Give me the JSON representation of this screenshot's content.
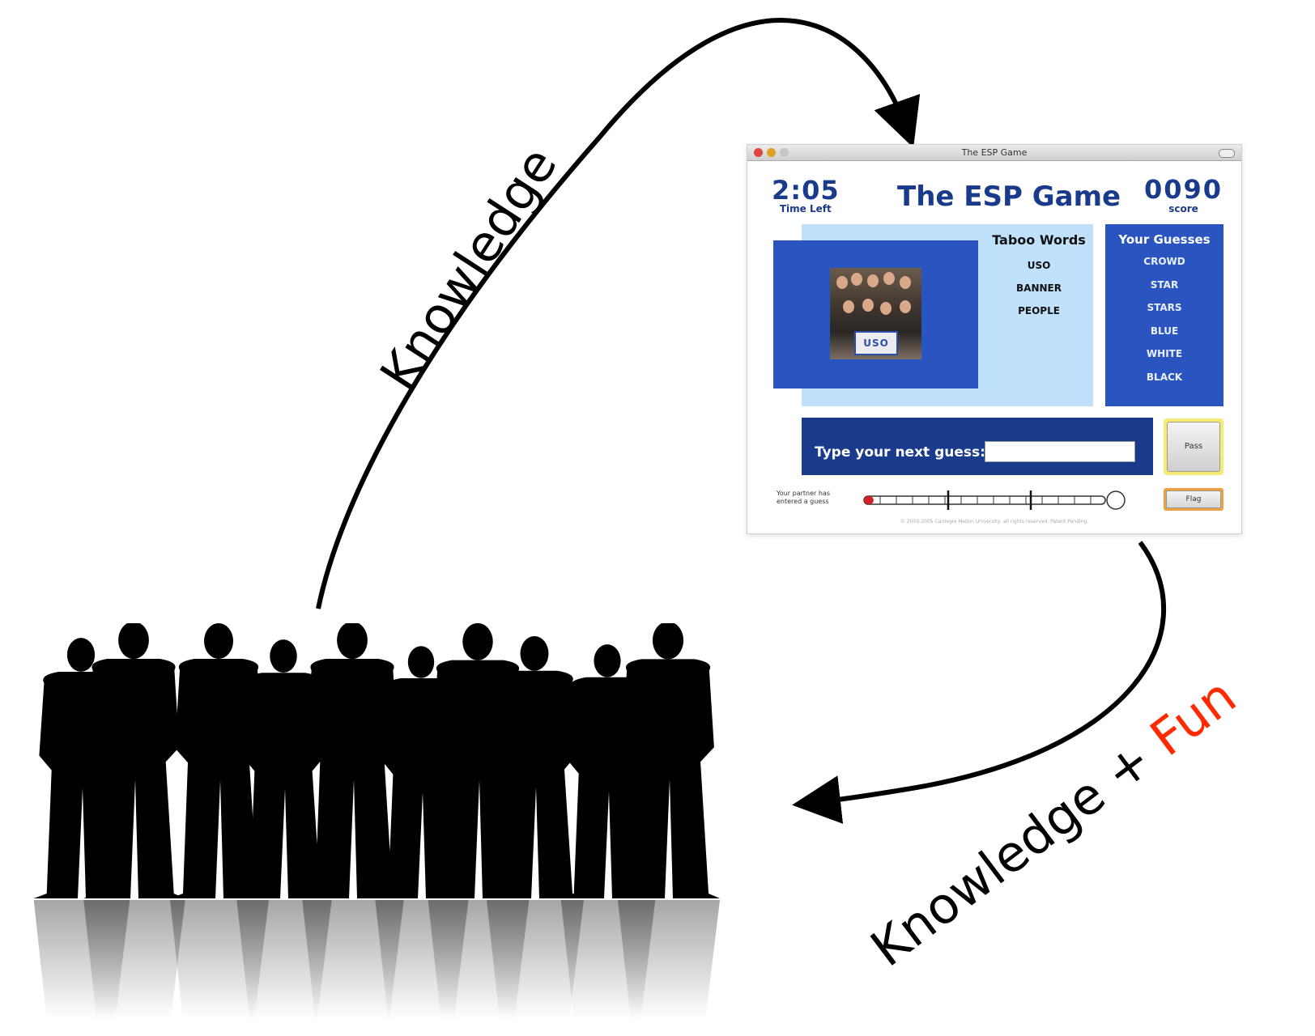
{
  "labels": {
    "top": "Knowledge",
    "bottom_main": "Knowledge + ",
    "bottom_fun": "Fun"
  },
  "colors": {
    "fun": "#ff2a00",
    "esp_dark_blue": "#1a3a8c",
    "esp_blue": "#2a55c0",
    "esp_light_blue": "#bfe1fb"
  },
  "esp_game": {
    "window_title": "The ESP Game",
    "timer_value": "2:05",
    "timer_label": "Time Left",
    "game_title": "The ESP Game",
    "score_value": "0090",
    "score_label": "score",
    "image_banner_text": "USO",
    "taboo_heading": "Taboo Words",
    "taboo_words": [
      "USO",
      "BANNER",
      "PEOPLE"
    ],
    "guesses_heading": "Your Guesses",
    "guesses": [
      "CROWD",
      "STAR",
      "STARS",
      "BLUE",
      "WHITE",
      "BLACK"
    ],
    "guess_prompt": "Type your next guess:",
    "guess_input_value": "",
    "pass_label": "Pass",
    "flag_label": "Flag",
    "partner_note": "Your partner has entered a guess",
    "footer": "© 2003-2005 Carnegie Mellon University, all rights reserved. Patent Pending.",
    "progress_fraction": 0.04
  }
}
